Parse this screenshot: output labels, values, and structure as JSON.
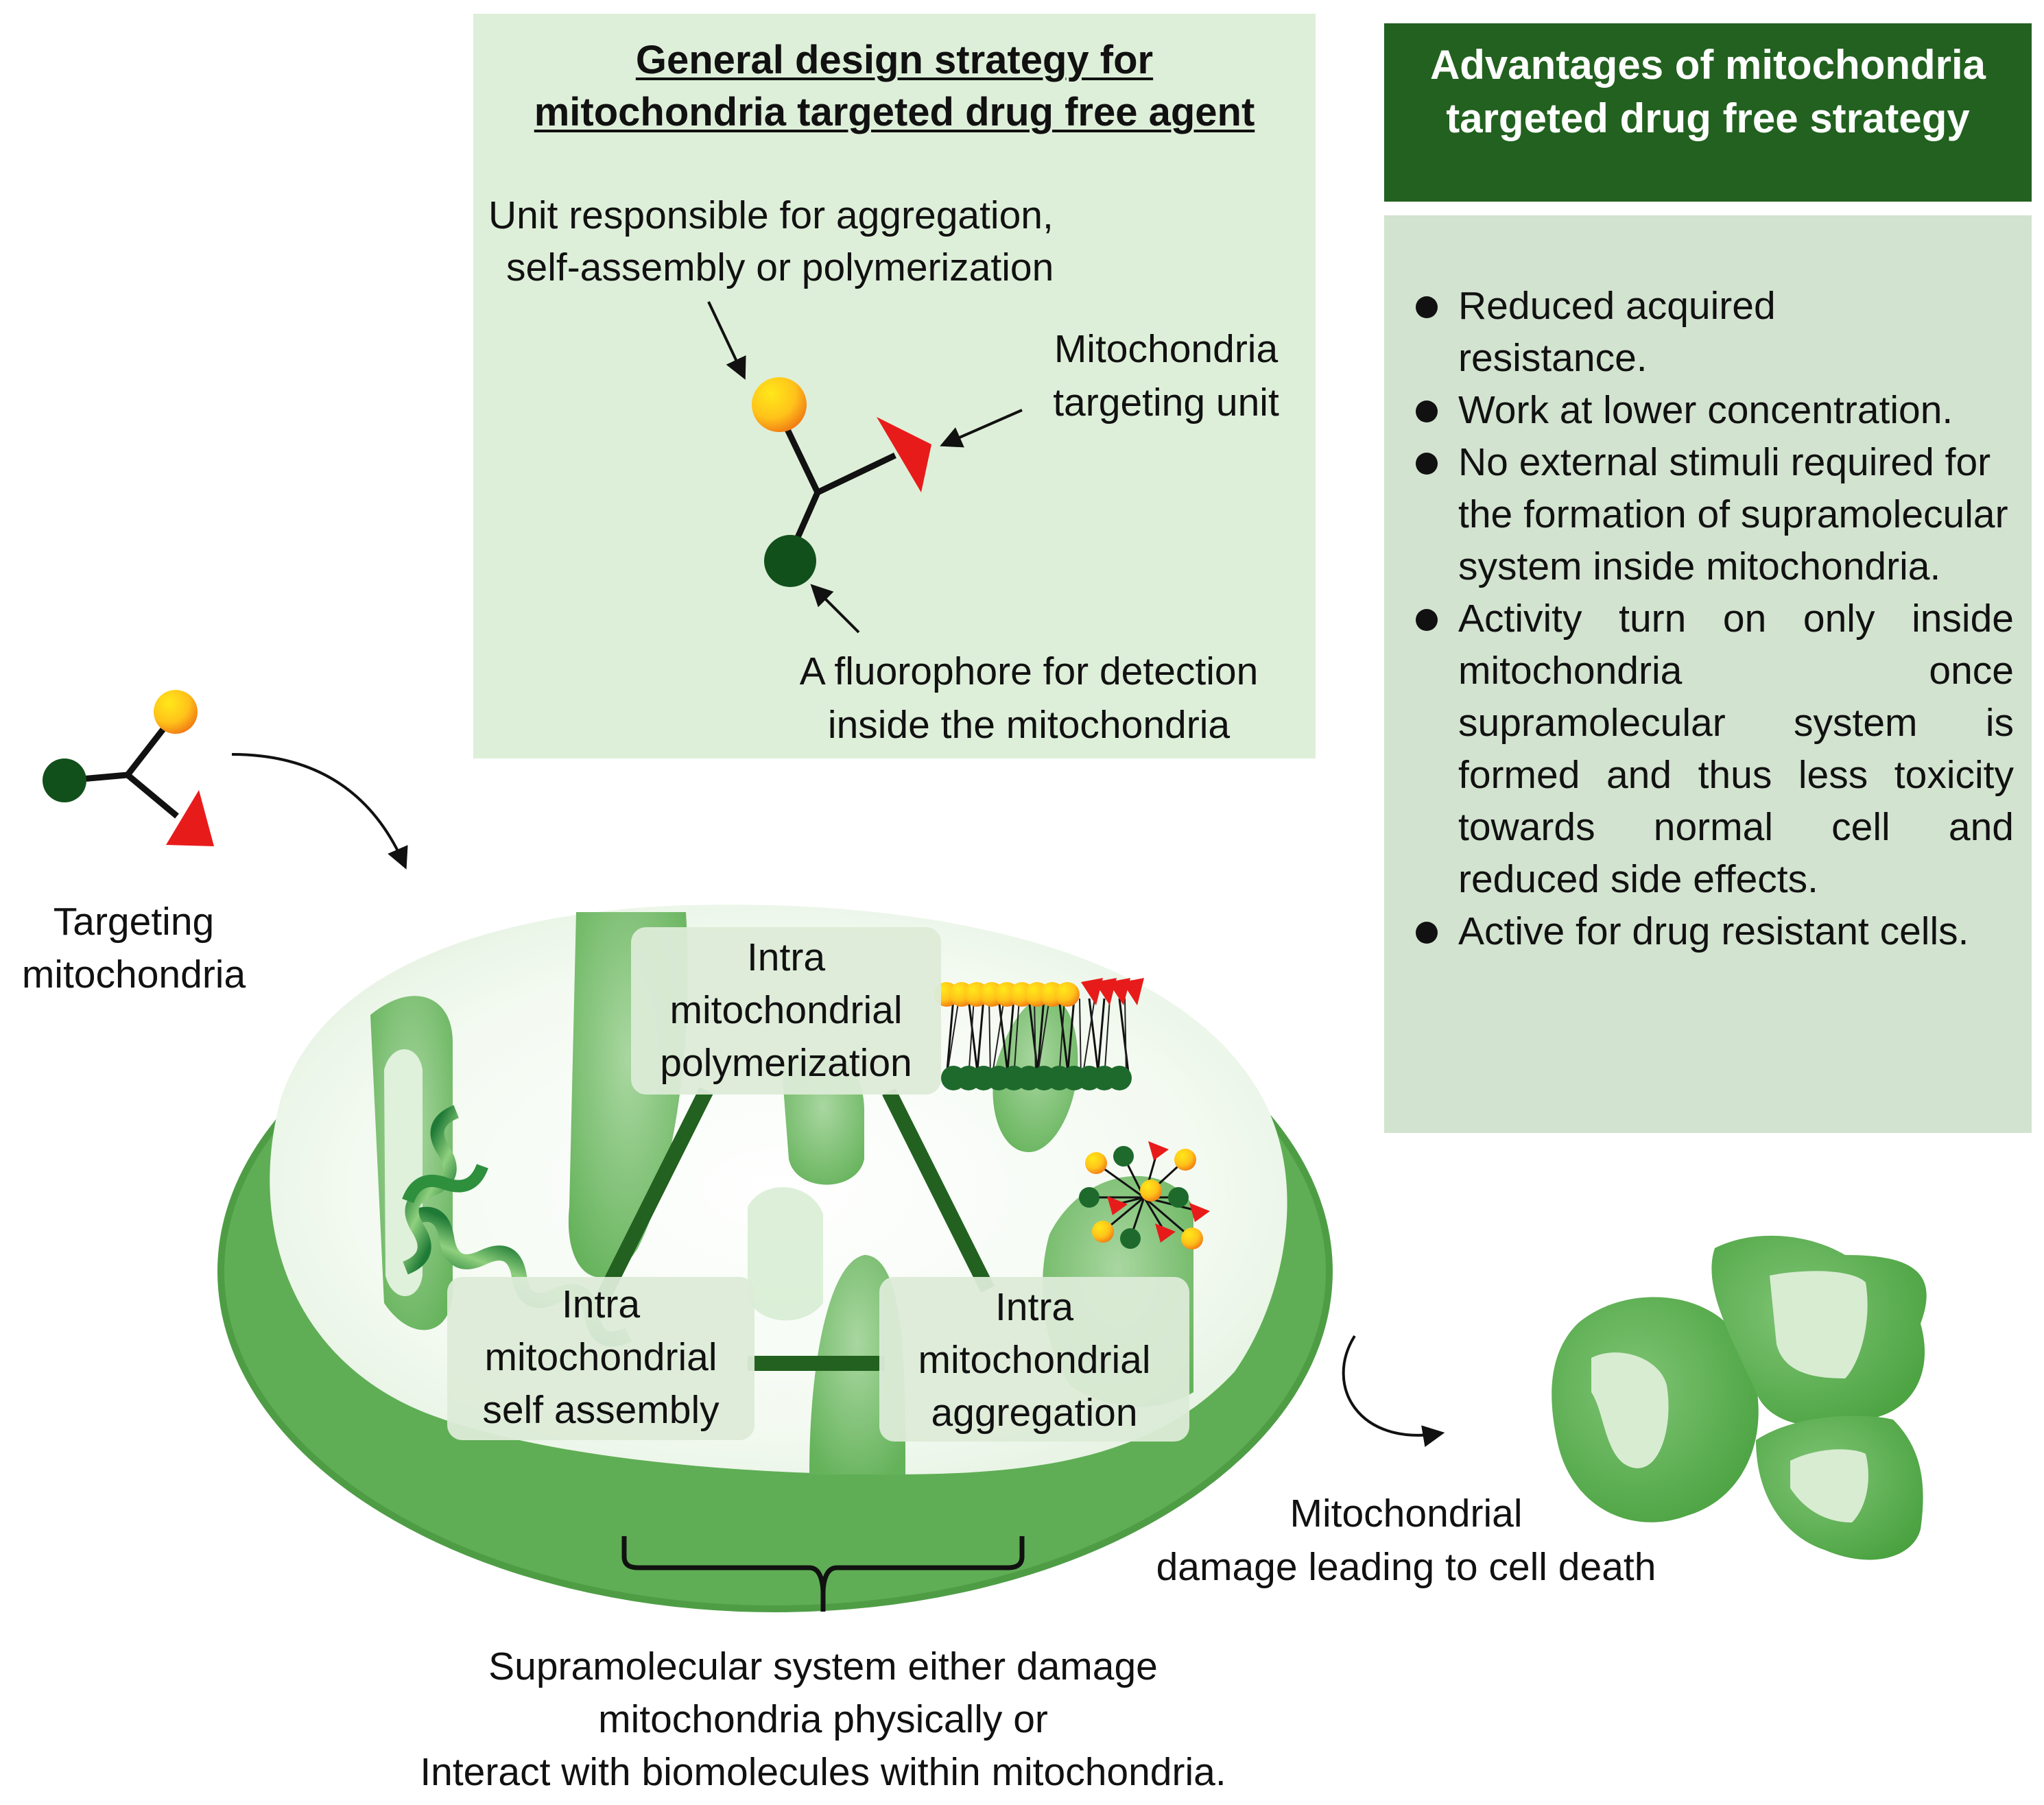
{
  "design_panel": {
    "title_line1": "General design strategy for",
    "title_line2": "mitochondria targeted drug free agent",
    "label_aggregation_unit_line1": "Unit  responsible for aggregation,",
    "label_aggregation_unit_line2": "self-assembly or polymerization",
    "label_targeting_unit_line1": "Mitochondria",
    "label_targeting_unit_line2": "targeting unit",
    "label_fluorophore_line1": "A fluorophore for detection",
    "label_fluorophore_line2": "inside the mitochondria"
  },
  "advantages": {
    "title_line1": "Advantages of mitochondria",
    "title_line2": "targeted drug free strategy",
    "items": [
      "Reduced acquired resistance.",
      "Work at lower concentration.",
      "No external stimuli required for the formation of supramolecular system inside mitochondria.",
      "Activity turn on only inside mitochondria once supramolecular system is formed and thus less toxicity towards normal cell and reduced side effects.",
      "Active for drug resistant cells."
    ]
  },
  "targeting": {
    "line1": "Targeting",
    "line2": "mitochondria"
  },
  "mitochondrion": {
    "polymerization": {
      "line1": "Intra",
      "line2": "mitochondrial",
      "line3": "polymerization"
    },
    "self_assembly": {
      "line1": "Intra",
      "line2": "mitochondrial",
      "line3": "self assembly"
    },
    "aggregation": {
      "line1": "Intra",
      "line2": "mitochondrial",
      "line3": "aggregation"
    }
  },
  "cell_death": {
    "line1": "Mitochondrial",
    "line2": "damage leading to cell death"
  },
  "bottom_caption": {
    "line1": "Supramolecular system either damage",
    "line2": "mitochondria physically or",
    "line3": "Interact with biomolecules within mitochondria."
  },
  "colors": {
    "dark_green": "#22611f",
    "mito_green": "#5fae55",
    "panel_green": "#deefd9",
    "adv_panel": "#d2e3cf",
    "target_red": "#e81b1b",
    "aggregation_yellow": "#ffd21a",
    "aggregation_orange": "#f38d19"
  }
}
